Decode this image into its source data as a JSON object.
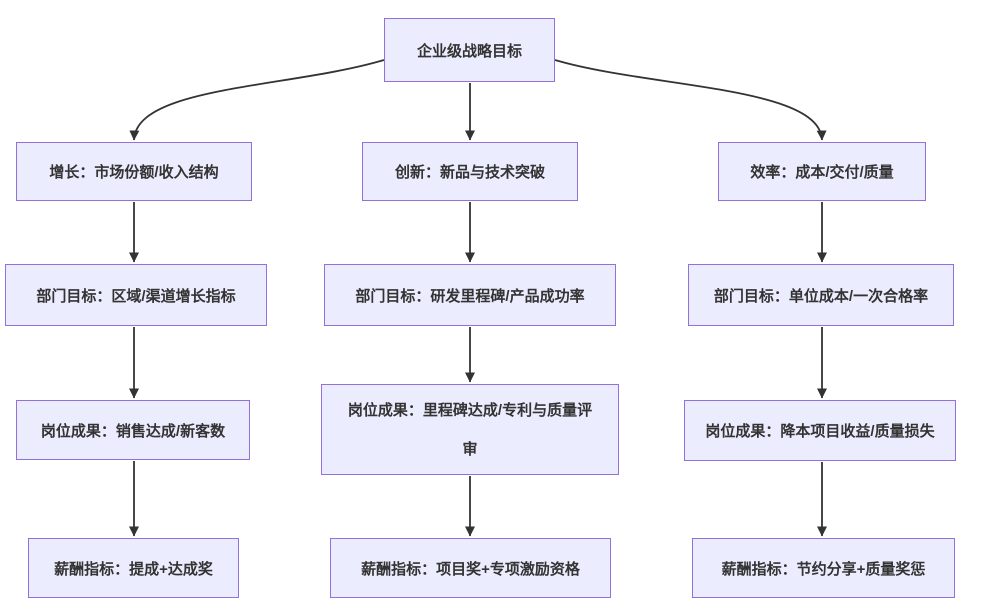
{
  "theme": {
    "background": "#ffffff",
    "node_fill": "#ECECFF",
    "node_border": "#9370DB",
    "node_text": "#333333",
    "edge_color": "#333333"
  },
  "diagram": {
    "type": "flowchart-top-down",
    "root_label": "企业级战略目标",
    "columns": [
      {
        "strategy": "增长：市场份额/收入结构",
        "department": "部门目标：区域/渠道增长指标",
        "role": "岗位成果：销售达成/新客数",
        "compensation": "薪酬指标：提成+达成奖"
      },
      {
        "strategy": "创新：新品与技术突破",
        "department": "部门目标：研发里程碑/产品成功率",
        "role": "岗位成果：里程碑达成/专利与质量评审",
        "compensation": "薪酬指标：项目奖+专项激励资格"
      },
      {
        "strategy": "效率：成本/交付/质量",
        "department": "部门目标：单位成本/一次合格率",
        "role": "岗位成果：降本项目收益/质量损失",
        "compensation": "薪酬指标：节约分享+质量奖惩"
      }
    ]
  }
}
